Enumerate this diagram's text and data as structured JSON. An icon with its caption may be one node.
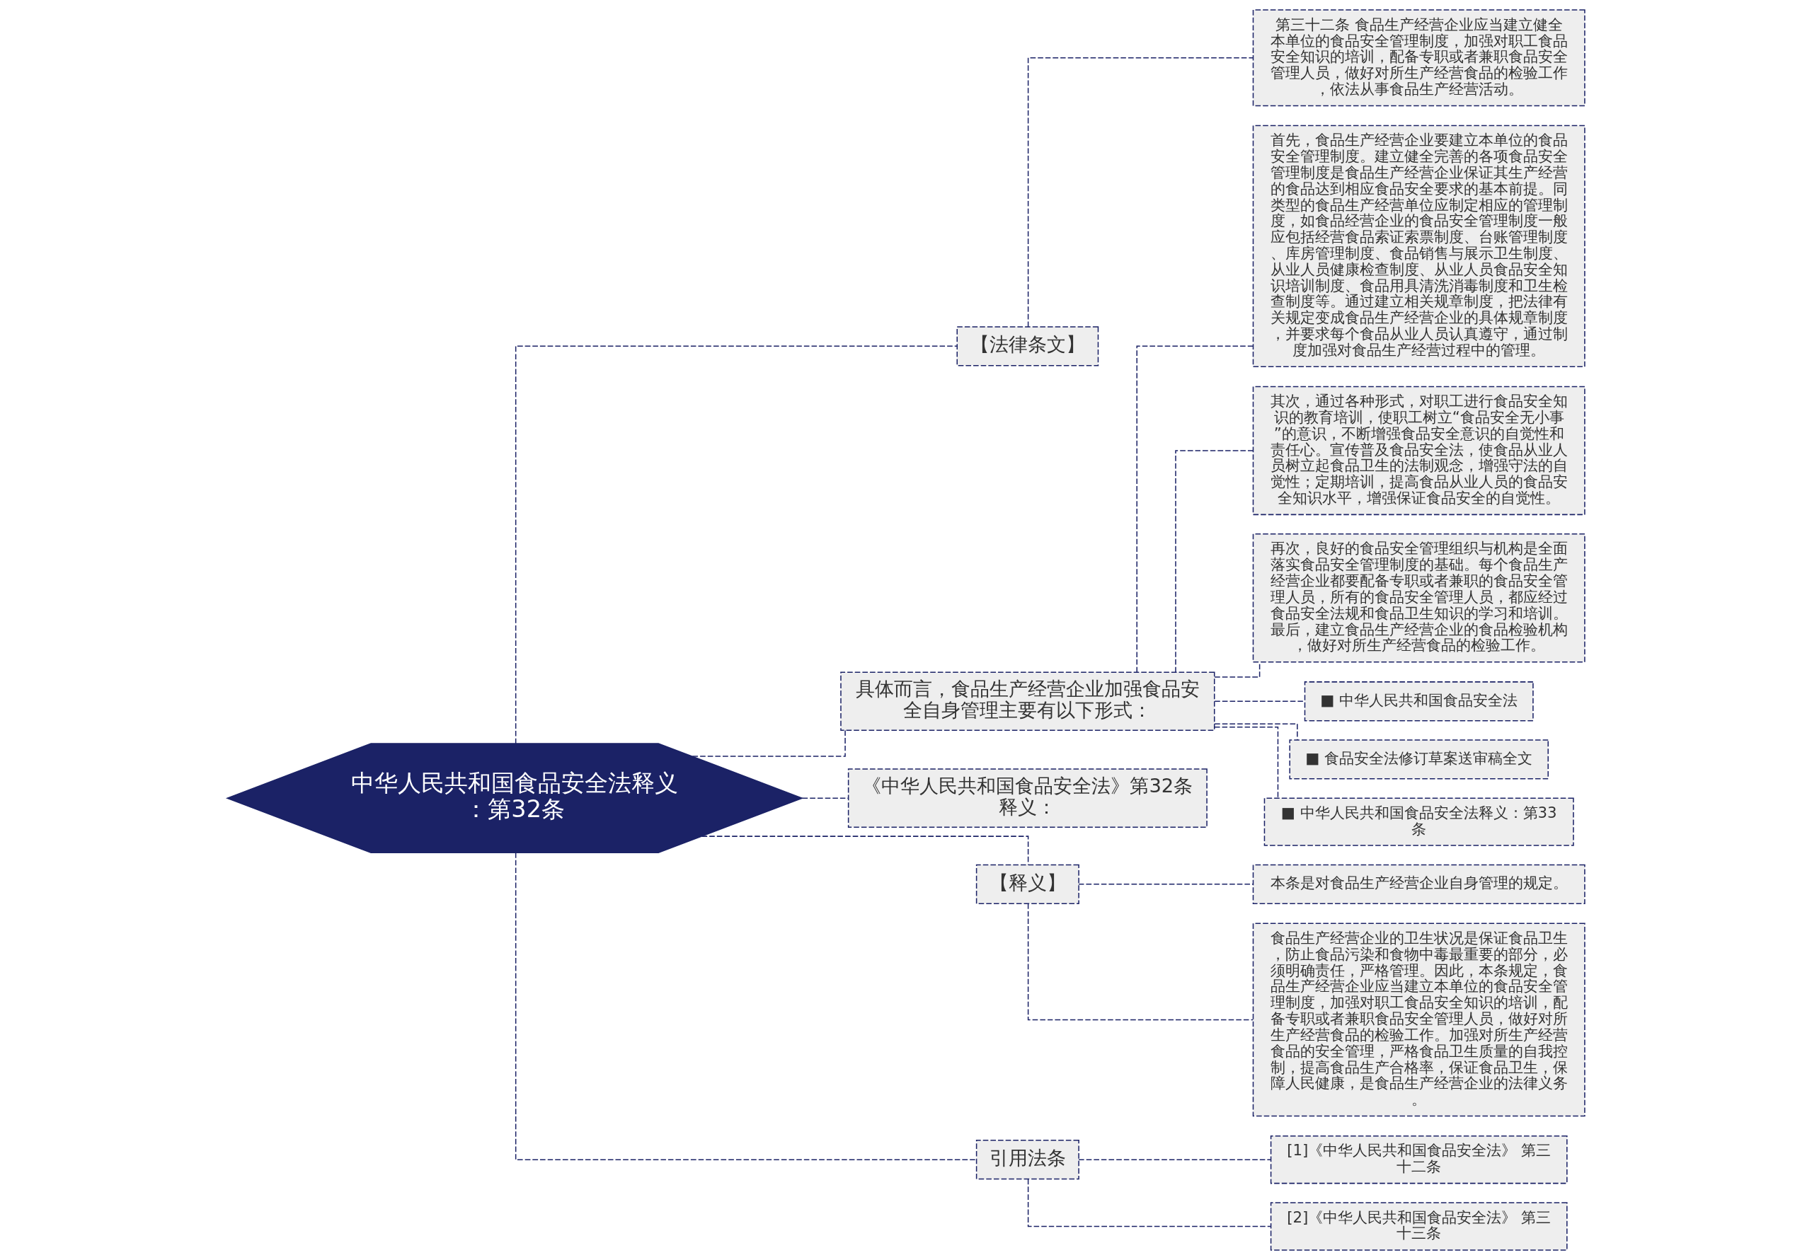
{
  "diagram": {
    "nodes": [
      {
        "text": [
          "中华人民共和国食品安全法释义：第32条"
        ]
      },
      {
        "text": [
          "【法律条文】"
        ]
      },
      {
        "text": [
          "第三十二条 食品生产经营企业应当建立健全本单位的食品安全管理制度，加强对职工食品安全知识的培训，配备专职或者兼职食品安全管理人员，做好对所生产经营食品的检验工作，依法从事食品生产经营活动。"
        ]
      },
      {
        "text": [
          "具体而言，食品生产经营企业加强食品安全自身管理主要有以下形式："
        ]
      },
      {
        "text": [
          "首先，食品生产经营企业要建立本单位的食品安全管理制度。建立健全完善的各项食品安全管理制度是食品生产经营企业保证其生产经营的食品达到相应食品安全要求的基本前提。同类型的食品生产经营单位应制定相应的管理制度，如食品经营企业的食品安全管理制度一般应包括经营食品索证索票制度、台账管理制度、库房管理制度、食品销售与展示卫生制度、从业人员健康检查制度、从业人员食品安全知识培训制度、食品用具清洗消毒制度和卫生检查制度等。通过建立相关规章制度，把法律有关规定变成食品生产经营企业的具体规章制度，并要求每个食品从业人员认真遵守，通过制度加强对食品生产经营过程中的管理。"
        ]
      },
      {
        "text": [
          "其次，通过各种形式，对职工进行食品安全知识的教育培训，使职工树立“食品安全无小事”的意识，不断增强食品安全意识的自觉性和责任心。宣传普及食品安全法，使食品从业人员树立起食品卫生的法制观念，增强守法的自觉性；定期培训，提高食品从业人员的食品安全知识水平，增强保证食品安全的自觉性。"
        ]
      },
      {
        "text": [
          "再次，良好的食品安全管理组织与机构是全面落实食品安全管理制度的基础。每个食品生产经营企业都要配备专职或者兼职的食品安全管理人员，所有的食品安全管理人员，都应经过食品安全法规和食品卫生知识的学习和培训。最后，建立食品生产经营企业的食品检验机构，做好对所生产经营食品的检验工作。"
        ]
      },
      {
        "text": [
          "■ 中华人民共和国食品安全法"
        ]
      },
      {
        "text": [
          "■ 食品安全法修订草案送审稿全文"
        ]
      },
      {
        "text": [
          "■ 中华人民共和国食品安全法释义：第33条"
        ]
      },
      {
        "text": [
          "《中华人民共和国食品安全法》第32条释义："
        ]
      },
      {
        "text": [
          "【释义】"
        ]
      },
      {
        "text": [
          "本条是对食品生产经营企业自身管理的规定。"
        ]
      },
      {
        "text": [
          "食品生产经营企业的卫生状况是保证食品卫生，防止食品污染和食物中毒最重要的部分，必须明确责任，严格管理。因此，本条规定，食品生产经营企业应当建立本单位的食品安全管理制度，加强对职工食品安全知识的培训，配备专职或者兼职食品安全管理人员，做好对所生产经营食品的检验工作。加强对所生产经营食品的安全管理，严格食品卫生质量的自我控制，提高食品生产合格率，保证食品卫生，保障人民健康，是食品生产经营企业的法律义务。"
        ]
      },
      {
        "text": [
          "引用法条"
        ]
      },
      {
        "text": [
          "[1]《中华人民共和国食品安全法》 第三十二条"
        ]
      },
      {
        "text": [
          "[2]《中华人民共和国食品安全法》 第三十三条"
        ]
      }
    ],
    "edges": [
      {
        "from": 0,
        "to": 1,
        "arrow": "none",
        "style": "dashed"
      },
      {
        "from": 1,
        "to": 2,
        "arrow": "none",
        "style": "dashed"
      },
      {
        "from": 0,
        "to": 3,
        "arrow": "none",
        "style": "dashed"
      },
      {
        "from": 3,
        "to": 4,
        "arrow": "none",
        "style": "dashed"
      },
      {
        "from": 3,
        "to": 5,
        "arrow": "none",
        "style": "dashed"
      },
      {
        "from": 3,
        "to": 6,
        "arrow": "none",
        "style": "dashed"
      },
      {
        "from": 3,
        "to": 7,
        "arrow": "none",
        "style": "dashed"
      },
      {
        "from": 3,
        "to": 8,
        "arrow": "none",
        "style": "dashed"
      },
      {
        "from": 3,
        "to": 9,
        "arrow": "none",
        "style": "dashed"
      },
      {
        "from": 0,
        "to": 10,
        "arrow": "none",
        "style": "dashed"
      },
      {
        "from": 0,
        "to": 11,
        "arrow": "none",
        "style": "dashed"
      },
      {
        "from": 11,
        "to": 12,
        "arrow": "none",
        "style": "dashed"
      },
      {
        "from": 11,
        "to": 13,
        "arrow": "none",
        "style": "dashed"
      },
      {
        "from": 0,
        "to": 14,
        "arrow": "none",
        "style": "dashed"
      },
      {
        "from": 14,
        "to": 15,
        "arrow": "none",
        "style": "dashed"
      },
      {
        "from": 14,
        "to": 16,
        "arrow": "none",
        "style": "dashed"
      }
    ]
  }
}
